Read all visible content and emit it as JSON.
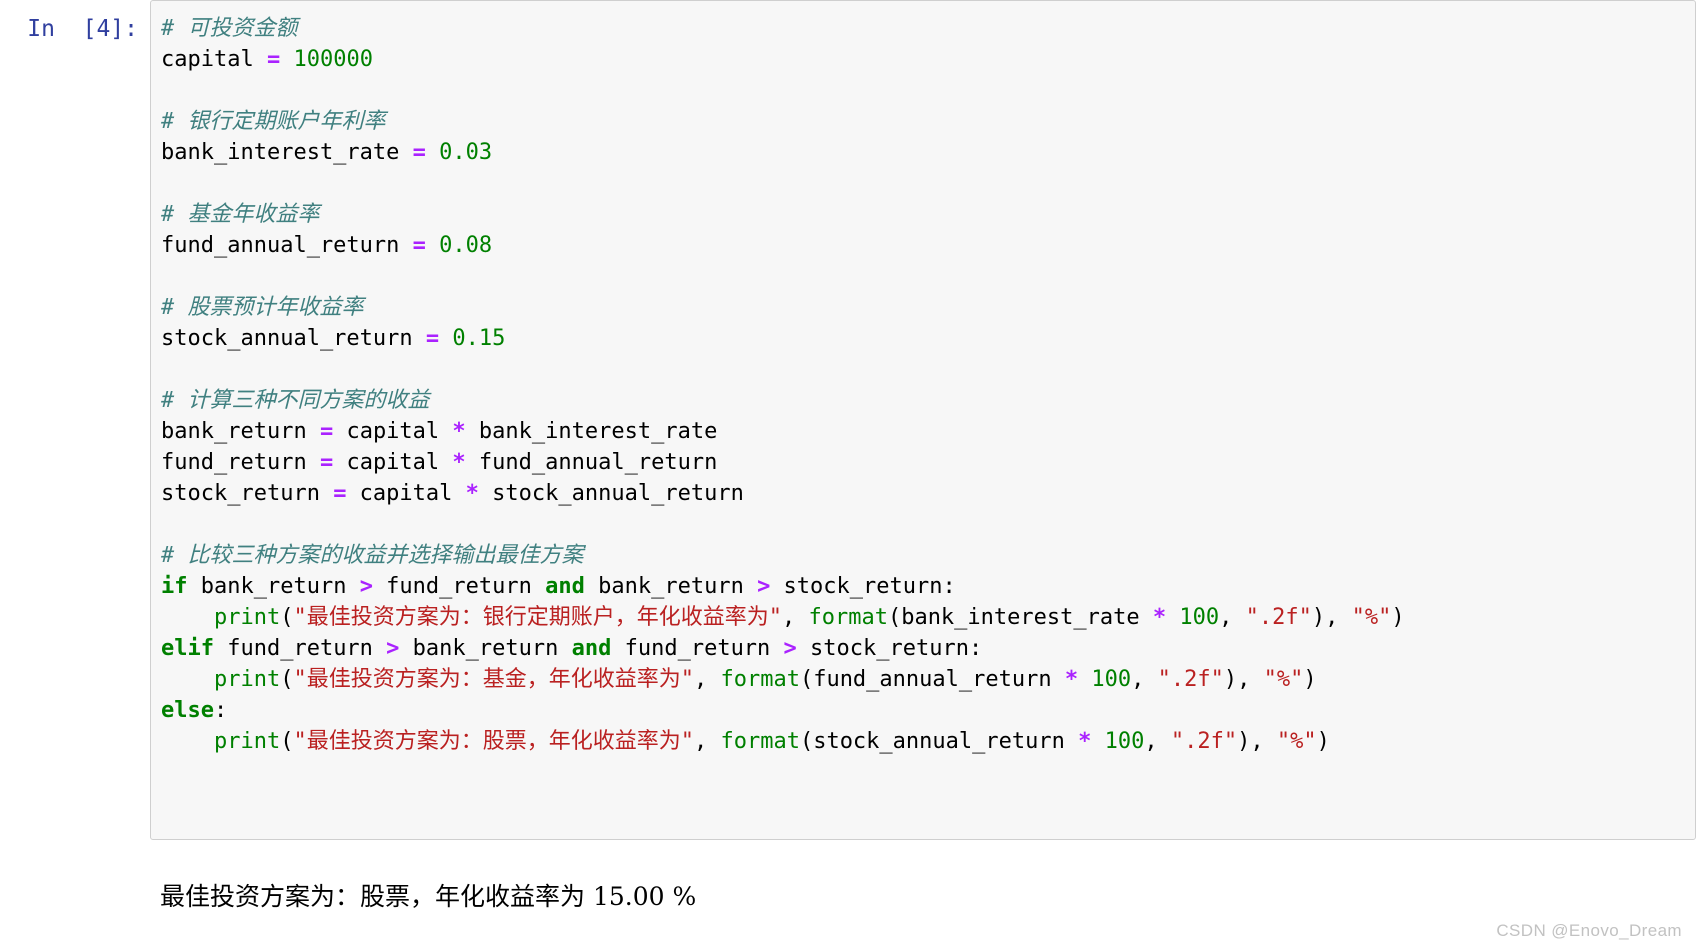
{
  "cell": {
    "prompt_label": "In  [4]:",
    "execution_count": 4,
    "code_lines": [
      [
        {
          "t": "# 可投资金额",
          "s": "c"
        }
      ],
      [
        {
          "t": "capital ",
          "s": "pl"
        },
        {
          "t": "=",
          "s": "no"
        },
        {
          "t": " ",
          "s": "pl"
        },
        {
          "t": "100000",
          "s": "mi"
        }
      ],
      [
        {
          "t": "",
          "s": "pl"
        }
      ],
      [
        {
          "t": "# 银行定期账户年利率",
          "s": "c"
        }
      ],
      [
        {
          "t": "bank_interest_rate ",
          "s": "pl"
        },
        {
          "t": "=",
          "s": "no"
        },
        {
          "t": " ",
          "s": "pl"
        },
        {
          "t": "0.03",
          "s": "mi"
        }
      ],
      [
        {
          "t": "",
          "s": "pl"
        }
      ],
      [
        {
          "t": "# 基金年收益率",
          "s": "c"
        }
      ],
      [
        {
          "t": "fund_annual_return ",
          "s": "pl"
        },
        {
          "t": "=",
          "s": "no"
        },
        {
          "t": " ",
          "s": "pl"
        },
        {
          "t": "0.08",
          "s": "mi"
        }
      ],
      [
        {
          "t": "",
          "s": "pl"
        }
      ],
      [
        {
          "t": "# 股票预计年收益率",
          "s": "c"
        }
      ],
      [
        {
          "t": "stock_annual_return ",
          "s": "pl"
        },
        {
          "t": "=",
          "s": "no"
        },
        {
          "t": " ",
          "s": "pl"
        },
        {
          "t": "0.15",
          "s": "mi"
        }
      ],
      [
        {
          "t": "",
          "s": "pl"
        }
      ],
      [
        {
          "t": "# 计算三种不同方案的收益",
          "s": "c"
        }
      ],
      [
        {
          "t": "bank_return ",
          "s": "pl"
        },
        {
          "t": "=",
          "s": "no"
        },
        {
          "t": " capital ",
          "s": "pl"
        },
        {
          "t": "*",
          "s": "no"
        },
        {
          "t": " bank_interest_rate",
          "s": "pl"
        }
      ],
      [
        {
          "t": "fund_return ",
          "s": "pl"
        },
        {
          "t": "=",
          "s": "no"
        },
        {
          "t": " capital ",
          "s": "pl"
        },
        {
          "t": "*",
          "s": "no"
        },
        {
          "t": " fund_annual_return",
          "s": "pl"
        }
      ],
      [
        {
          "t": "stock_return ",
          "s": "pl"
        },
        {
          "t": "=",
          "s": "no"
        },
        {
          "t": " capital ",
          "s": "pl"
        },
        {
          "t": "*",
          "s": "no"
        },
        {
          "t": " stock_annual_return",
          "s": "pl"
        }
      ],
      [
        {
          "t": "",
          "s": "pl"
        }
      ],
      [
        {
          "t": "# 比较三种方案的收益并选择输出最佳方案",
          "s": "c"
        }
      ],
      [
        {
          "t": "if",
          "s": "kw"
        },
        {
          "t": " bank_return ",
          "s": "pl"
        },
        {
          "t": ">",
          "s": "no"
        },
        {
          "t": " fund_return ",
          "s": "pl"
        },
        {
          "t": "and",
          "s": "kw"
        },
        {
          "t": " bank_return ",
          "s": "pl"
        },
        {
          "t": ">",
          "s": "no"
        },
        {
          "t": " stock_return:",
          "s": "pl"
        }
      ],
      [
        {
          "t": "    ",
          "s": "pl"
        },
        {
          "t": "print",
          "s": "nb"
        },
        {
          "t": "(",
          "s": "pl"
        },
        {
          "t": "\"最佳投资方案为：银行定期账户，年化收益率为\"",
          "s": "st"
        },
        {
          "t": ", ",
          "s": "pl"
        },
        {
          "t": "format",
          "s": "nb"
        },
        {
          "t": "(bank_interest_rate ",
          "s": "pl"
        },
        {
          "t": "*",
          "s": "no"
        },
        {
          "t": " ",
          "s": "pl"
        },
        {
          "t": "100",
          "s": "mi"
        },
        {
          "t": ", ",
          "s": "pl"
        },
        {
          "t": "\".2f\"",
          "s": "st"
        },
        {
          "t": "), ",
          "s": "pl"
        },
        {
          "t": "\"%\"",
          "s": "st"
        },
        {
          "t": ")",
          "s": "pl"
        }
      ],
      [
        {
          "t": "elif",
          "s": "kw"
        },
        {
          "t": " fund_return ",
          "s": "pl"
        },
        {
          "t": ">",
          "s": "no"
        },
        {
          "t": " bank_return ",
          "s": "pl"
        },
        {
          "t": "and",
          "s": "kw"
        },
        {
          "t": " fund_return ",
          "s": "pl"
        },
        {
          "t": ">",
          "s": "no"
        },
        {
          "t": " stock_return:",
          "s": "pl"
        }
      ],
      [
        {
          "t": "    ",
          "s": "pl"
        },
        {
          "t": "print",
          "s": "nb"
        },
        {
          "t": "(",
          "s": "pl"
        },
        {
          "t": "\"最佳投资方案为：基金，年化收益率为\"",
          "s": "st"
        },
        {
          "t": ", ",
          "s": "pl"
        },
        {
          "t": "format",
          "s": "nb"
        },
        {
          "t": "(fund_annual_return ",
          "s": "pl"
        },
        {
          "t": "*",
          "s": "no"
        },
        {
          "t": " ",
          "s": "pl"
        },
        {
          "t": "100",
          "s": "mi"
        },
        {
          "t": ", ",
          "s": "pl"
        },
        {
          "t": "\".2f\"",
          "s": "st"
        },
        {
          "t": "), ",
          "s": "pl"
        },
        {
          "t": "\"%\"",
          "s": "st"
        },
        {
          "t": ")",
          "s": "pl"
        }
      ],
      [
        {
          "t": "else",
          "s": "kw"
        },
        {
          "t": ":",
          "s": "pl"
        }
      ],
      [
        {
          "t": "    ",
          "s": "pl"
        },
        {
          "t": "print",
          "s": "nb"
        },
        {
          "t": "(",
          "s": "pl"
        },
        {
          "t": "\"最佳投资方案为：股票，年化收益率为\"",
          "s": "st"
        },
        {
          "t": ", ",
          "s": "pl"
        },
        {
          "t": "format",
          "s": "nb"
        },
        {
          "t": "(stock_annual_return ",
          "s": "pl"
        },
        {
          "t": "*",
          "s": "no"
        },
        {
          "t": " ",
          "s": "pl"
        },
        {
          "t": "100",
          "s": "mi"
        },
        {
          "t": ", ",
          "s": "pl"
        },
        {
          "t": "\".2f\"",
          "s": "st"
        },
        {
          "t": "), ",
          "s": "pl"
        },
        {
          "t": "\"%\"",
          "s": "st"
        },
        {
          "t": ")",
          "s": "pl"
        }
      ]
    ]
  },
  "output": {
    "text": "最佳投资方案为：股票，年化收益率为 15.00 %"
  },
  "watermark": {
    "text": "CSDN @Enovo_Dream"
  },
  "colors": {
    "comment": "#408080",
    "keyword": "#008000",
    "builtin": "#008000",
    "operator": "#AA22FF",
    "number": "#008000",
    "string": "#BA2121",
    "prompt": "#303F9F",
    "cell_background": "#f7f7f7",
    "cell_border": "#cfcfcf"
  }
}
